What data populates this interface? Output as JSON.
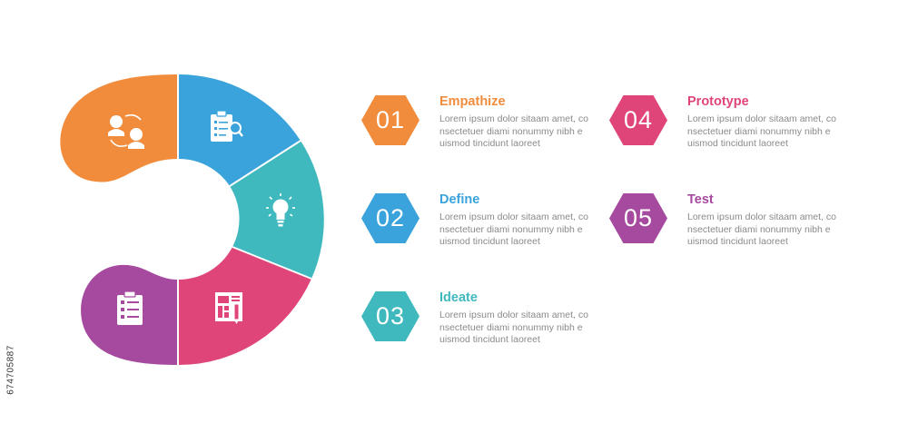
{
  "side_label": "674705887",
  "colors": {
    "orange": "#F08C3C",
    "blue": "#3AA3DC",
    "teal": "#3FB8BE",
    "pink": "#E0457A",
    "purple": "#A64A9F"
  },
  "ring_segments": [
    {
      "name": "empathize-segment",
      "color": "#F08C3C",
      "icon": "people-exchange-icon"
    },
    {
      "name": "define-segment",
      "color": "#3AA3DC",
      "icon": "clipboard-search-icon"
    },
    {
      "name": "ideate-segment",
      "color": "#3FB8BE",
      "icon": "lightbulb-icon"
    },
    {
      "name": "prototype-segment",
      "color": "#E0457A",
      "icon": "blueprint-pencil-icon"
    },
    {
      "name": "test-segment",
      "color": "#A64A9F",
      "icon": "checklist-icon"
    }
  ],
  "steps": [
    {
      "number": "01",
      "title": "Empathize",
      "color": "#F08C3C",
      "lines": [
        "Lorem ipsum dolor sitaam amet, co",
        "nsectetuer diami nonummy  nibh e",
        "uismod tincidunt laoreet"
      ]
    },
    {
      "number": "02",
      "title": "Define",
      "color": "#3AA3DC",
      "lines": [
        "Lorem ipsum dolor sitaam amet, co",
        "nsectetuer diami nonummy  nibh e",
        "uismod tincidunt laoreet"
      ]
    },
    {
      "number": "03",
      "title": "Ideate",
      "color": "#3FB8BE",
      "lines": [
        "Lorem ipsum dolor sitaam amet, co",
        "nsectetuer diami nonummy  nibh e",
        "uismod tincidunt laoreet"
      ]
    },
    {
      "number": "04",
      "title": "Prototype",
      "color": "#E0457A",
      "lines": [
        "Lorem ipsum dolor sitaam amet, co",
        "nsectetuer diami nonummy  nibh e",
        "uismod tincidunt laoreet"
      ]
    },
    {
      "number": "05",
      "title": "Test",
      "color": "#A64A9F",
      "lines": [
        "Lorem ipsum dolor sitaam amet, co",
        "nsectetuer diami nonummy  nibh e",
        "uismod tincidunt laoreet"
      ]
    }
  ]
}
